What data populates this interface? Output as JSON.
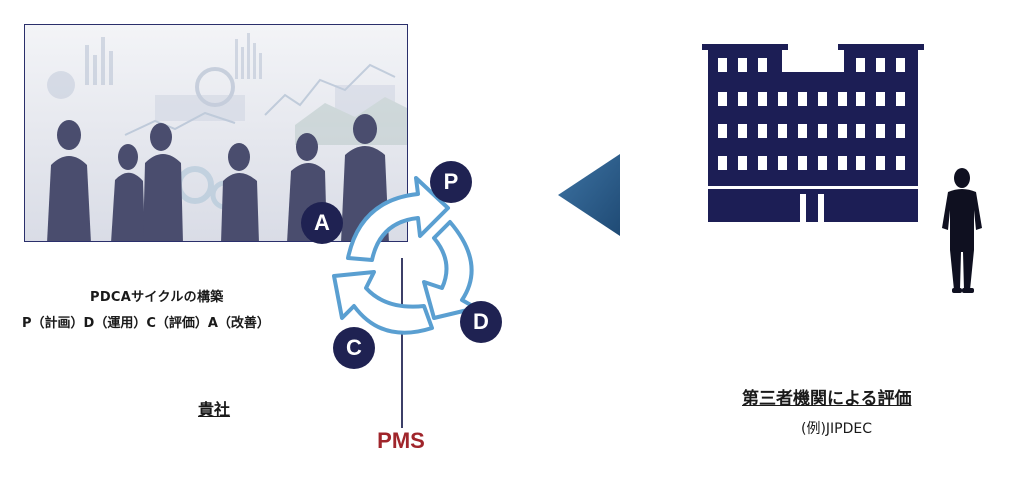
{
  "cycle": {
    "letters": {
      "p": "P",
      "a": "A",
      "d": "D",
      "c": "C"
    },
    "title": "PDCAサイクルの構築",
    "subtitle": "P（計画）D（運用）C（評価）A（改善）",
    "label": "PMS"
  },
  "company": {
    "label": "貴社"
  },
  "evaluator": {
    "title": "第三者機関による評価",
    "example": "(例)JIPDEC"
  },
  "icons": {
    "photo": "business-people-silhouette-image",
    "cycle": "cycle-arrows-icon",
    "arrow": "left-triangle-arrow-icon",
    "building": "office-building-icon",
    "person": "standing-person-icon"
  },
  "colors": {
    "navy": "#1f2252",
    "building": "#1c1e55",
    "cycle_stroke": "#5a9fd1",
    "triangle": "#2a5a86",
    "pms": "#a0252b"
  }
}
